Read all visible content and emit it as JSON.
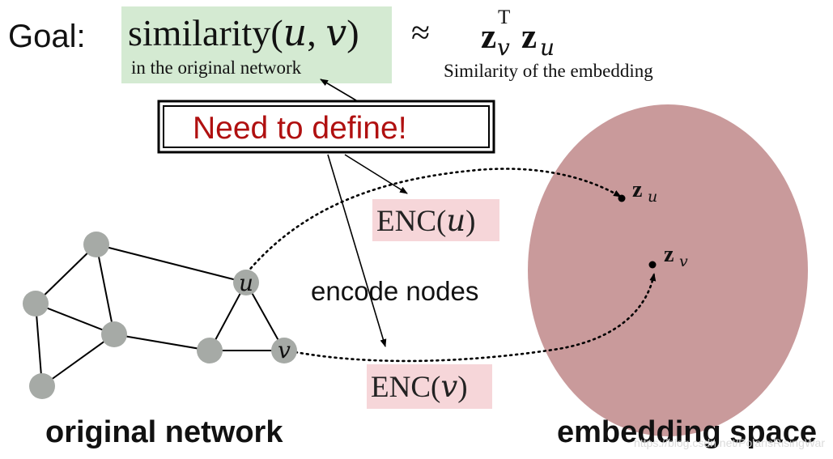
{
  "header": {
    "goal_label": "Goal:",
    "similarity_text": "similarity(",
    "similarity_u": "u",
    "similarity_comma": ", ",
    "similarity_v": "v",
    "similarity_close": ")",
    "approx_symbol": "≈",
    "zvz_bold_z1": "z",
    "zvz_sub_v": "v",
    "zvz_sup_t": "T",
    "zvz_bold_z2": "z",
    "zvz_sub_u": "u",
    "original_caption": "in the original network",
    "embedding_caption": "Similarity of the embedding"
  },
  "callout": {
    "text": "Need to define!"
  },
  "encoders": {
    "enc_u_prefix": "ENC(",
    "enc_u_var": "u",
    "enc_u_suffix": ")",
    "enc_v_prefix": "ENC(",
    "enc_v_var": "v",
    "enc_v_suffix": ")",
    "encode_label": "encode nodes"
  },
  "graph": {
    "node_u_label": "u",
    "node_v_label": "v",
    "title": "original network"
  },
  "embedding": {
    "z_u_bold": "z",
    "z_u_sub": "u",
    "z_v_bold": "z",
    "z_v_sub": "v",
    "title": "embedding space"
  },
  "watermark": {
    "text": "https://blog.csdn.net/PolarisRisingWar"
  },
  "colors": {
    "similarity_box": "#d4ead2",
    "encoder_box": "#f6d6d9",
    "embedding_ellipse": "#c99a9b",
    "callout_text": "#b01010",
    "node_fill": "#a6aaa6"
  }
}
